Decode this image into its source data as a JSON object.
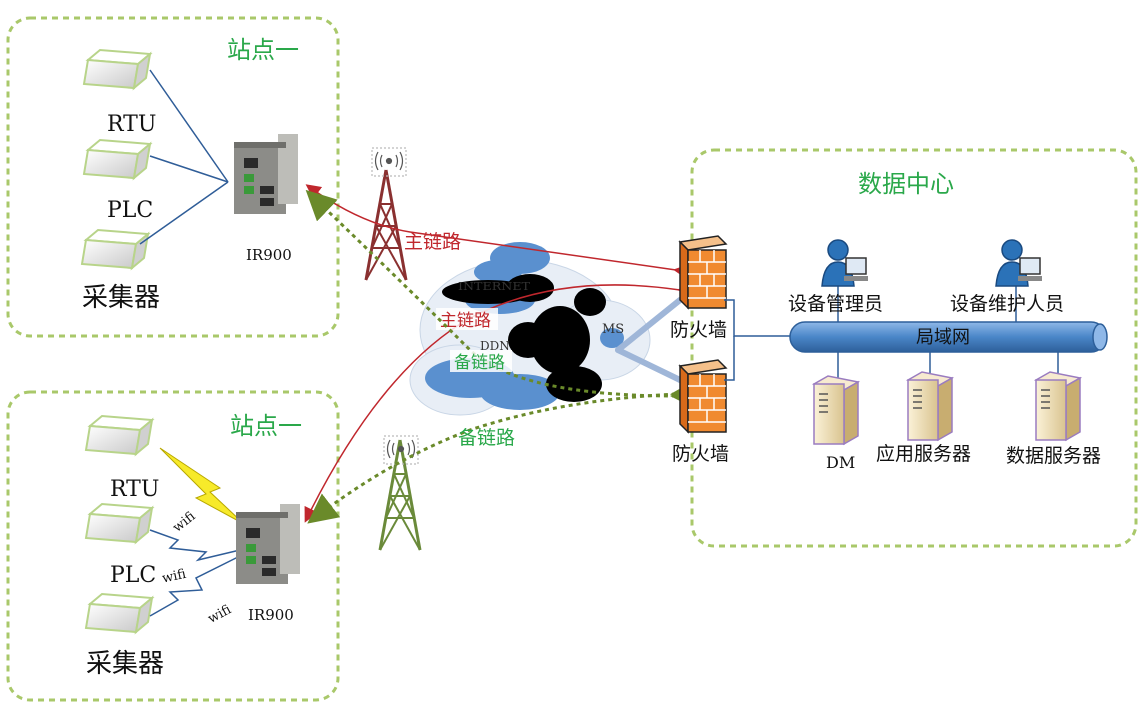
{
  "site_top": {
    "title": "站点一",
    "devices": [
      "RTU",
      "PLC",
      "采集器"
    ],
    "router": "IR900"
  },
  "site_bottom": {
    "title": "站点一",
    "devices": [
      "RTU",
      "PLC",
      "采集器"
    ],
    "router": "IR900",
    "wireless": [
      "wifi",
      "wifi",
      "wifi"
    ]
  },
  "links": {
    "primary_top": "主链路",
    "primary_mid": "主链路",
    "backup_mid": "备链路",
    "backup_bottom": "备链路"
  },
  "cloud": {
    "labels": [
      "INTERNET",
      "DDN",
      "MS"
    ]
  },
  "datacenter": {
    "title": "数据中心",
    "firewall_top": "防火墙",
    "firewall_bottom": "防火墙",
    "lan": "局域网",
    "admin": "设备管理员",
    "maintainer": "设备维护人员",
    "servers": [
      "DM",
      "应用服务器",
      "数据服务器"
    ]
  },
  "colors": {
    "green_title": "#2aa84a",
    "primary_link": "#c0272d",
    "backup_link": "#6a8a2a",
    "lan": "#4a86c8"
  }
}
